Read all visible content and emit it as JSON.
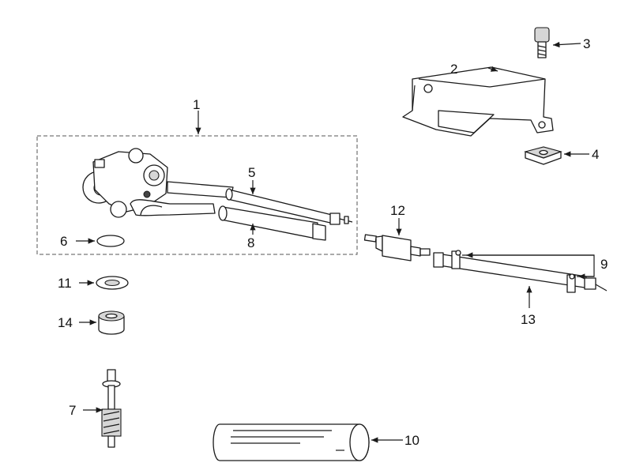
{
  "diagram": {
    "callouts": {
      "c1": "1",
      "c2": "2",
      "c3": "3",
      "c4": "4",
      "c5": "5",
      "c6": "6",
      "c7": "7",
      "c8": "8",
      "c9": "9",
      "c10": "10",
      "c11": "11",
      "c12": "12",
      "c13": "13",
      "c14": "14"
    },
    "line_color": "#1a1a1a",
    "fill_shade": "#d6d6d6"
  }
}
